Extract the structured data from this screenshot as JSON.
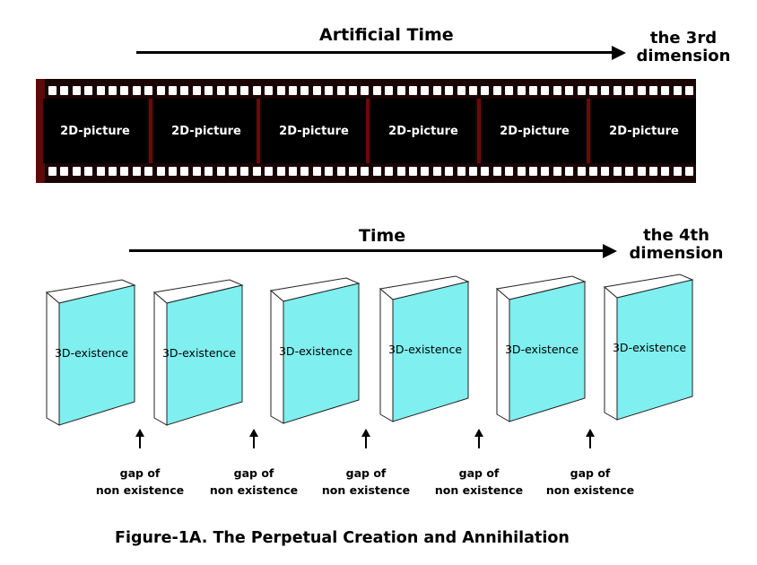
{
  "top": {
    "axis_label": "Artificial Time",
    "dimension_label": [
      "the 3rd",
      "dimension"
    ],
    "frame_label": "2D-picture",
    "frame_count": 6
  },
  "bottom": {
    "axis_label": "Time",
    "dimension_label": [
      "the 4th",
      "dimension"
    ],
    "box_label": "3D-existence",
    "box_count": 6,
    "gap_label": [
      "gap of",
      "non existence"
    ],
    "gap_count": 5
  },
  "caption": "Figure-1A. The Perpetual Creation and Annihilation",
  "colors": {
    "box_face": "#7fefef",
    "film_base": "#1a0505",
    "film_edge": "#5c0a0a"
  }
}
